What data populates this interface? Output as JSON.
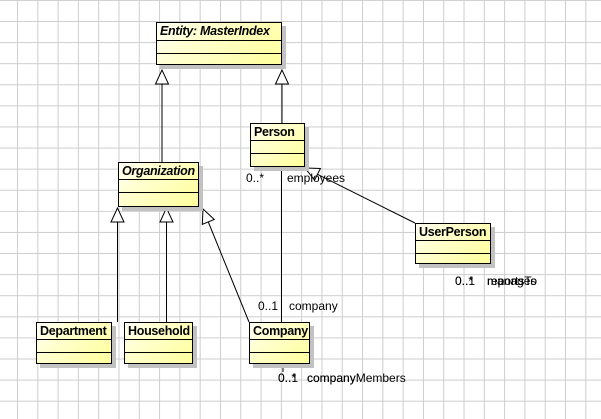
{
  "classes": {
    "entity": {
      "name": "Entity: MasterIndex",
      "abstract": true
    },
    "person": {
      "name": "Person"
    },
    "organization": {
      "name": "Organization",
      "abstract": true
    },
    "userperson": {
      "name": "UserPerson"
    },
    "department": {
      "name": "Department"
    },
    "household": {
      "name": "Household"
    },
    "company": {
      "name": "Company"
    }
  },
  "associations": {
    "person_company": {
      "person_end_mult": "0..*",
      "person_end_role": "employees",
      "company_end_mult": "0..1",
      "company_end_role": "company"
    },
    "userperson_manages": {
      "mult": "0..1",
      "role": "manages"
    },
    "userperson_reportsto": {
      "mult": "0..*",
      "role": "reportsTo"
    },
    "company_members": {
      "mult": "0..*",
      "role": "companyMembers"
    },
    "company_company": {
      "mult": "0..1",
      "role": "company"
    }
  },
  "colors": {
    "class_fill_light": "#fffff6",
    "class_fill": "#ffff9c",
    "class_border": "#000000",
    "class_shadow": "#c2c2c2",
    "grid_line": "#cdcdcd",
    "canvas_bg": "#ffffff",
    "edge_line": "#000000",
    "arrowhead_fill": "#ffffff"
  }
}
